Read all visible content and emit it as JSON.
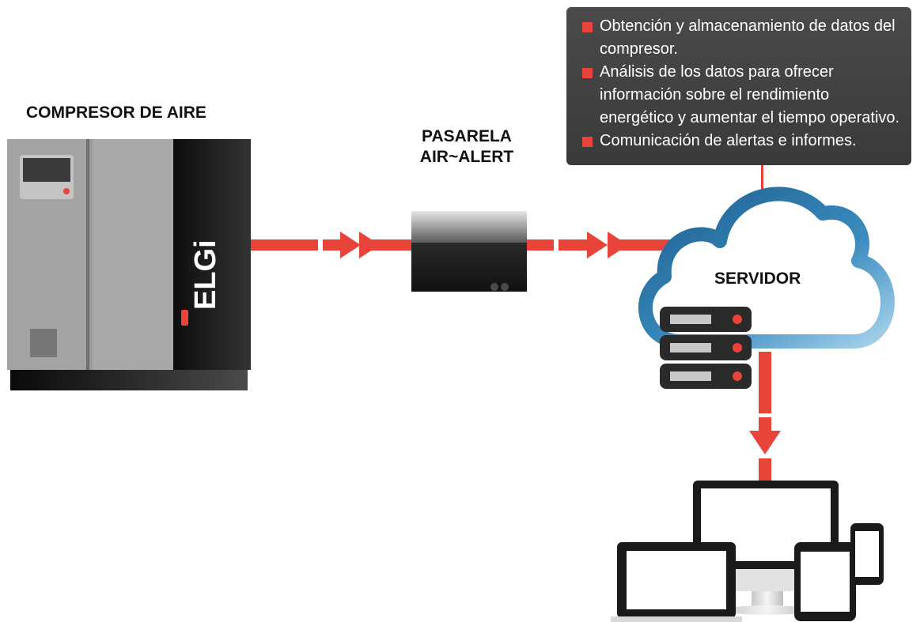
{
  "labels": {
    "compressor": "COMPRESOR DE AIRE",
    "gateway_line1": "PASARELA",
    "gateway_line2": "AIR~ALERT",
    "server": "SERVIDOR"
  },
  "brand": {
    "logo_text": "ELGi"
  },
  "info_box": {
    "items": [
      "Obtención y almacenamiento de datos del compresor.",
      "Análisis de los datos para ofrecer información sobre el rendimiento energético y aumentar el tiempo operativo.",
      "Comunicación de alertas e informes."
    ]
  },
  "colors": {
    "accent_red": "#e8443a",
    "dark_panel": "#3f3f3f",
    "cloud_blue": "#2f7fb0"
  },
  "icons": [
    "compressor-icon",
    "gateway-device-icon",
    "cloud-icon",
    "server-stack-icon",
    "devices-icon",
    "arrow-icon"
  ]
}
